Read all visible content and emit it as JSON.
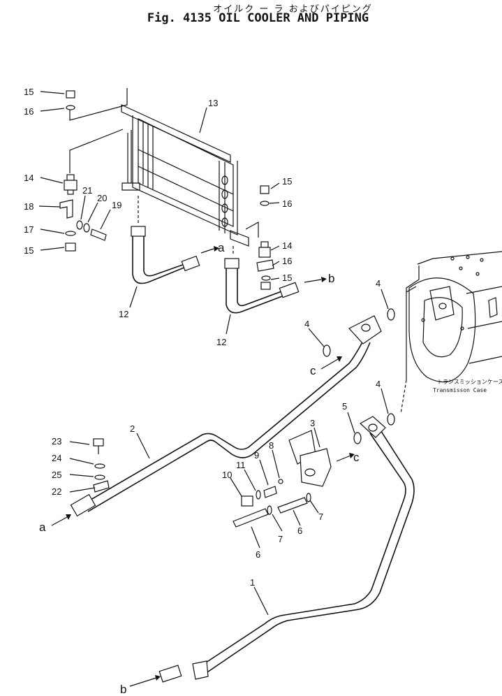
{
  "header": {
    "title_jp": "オイルク ー ラ およびパイピング",
    "title_en": "Fig. 4135 OIL COOLER AND PIPING"
  },
  "callouts": {
    "c1": "1",
    "c2": "2",
    "c3": "3",
    "c4a": "4",
    "c4b": "4",
    "c4c": "4",
    "c5": "5",
    "c6a": "6",
    "c6b": "6",
    "c7a": "7",
    "c7b": "7",
    "c8": "8",
    "c9": "9",
    "c10": "10",
    "c11": "11",
    "c12a": "12",
    "c12b": "12",
    "c13": "13",
    "c14a": "14",
    "c14b": "14",
    "c15a": "15",
    "c15b": "15",
    "c15c": "15",
    "c15d": "15",
    "c16a": "16",
    "c16b": "16",
    "c16c": "16",
    "c17": "17",
    "c18": "18",
    "c19": "19",
    "c20": "20",
    "c21": "21",
    "c22": "22",
    "c23": "23",
    "c24": "24",
    "c25": "25"
  },
  "connections": {
    "a_top": "a",
    "a_bottom": "a",
    "b_top": "b",
    "b_bottom": "b",
    "c_left": "c",
    "c_right": "c"
  },
  "transmission": {
    "label_jp": "トランスミッションケース",
    "label_en": "Transmisson Case"
  }
}
